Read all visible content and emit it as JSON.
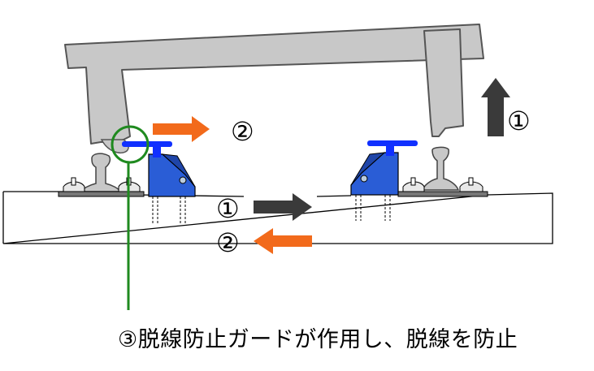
{
  "labels": {
    "step1_top": "①",
    "step2_top": "②",
    "step1_mid": "①",
    "step2_mid": "②",
    "caption": "③脱線防止ガードが作用し、脱線を防止"
  },
  "colors": {
    "body_gray": "#c8c8c8",
    "body_stroke": "#555555",
    "guard_blue": "#2a5dd6",
    "guard_dark": "#1f45a8",
    "bar_blue": "#1030ff",
    "arrow_orange": "#f26a1b",
    "arrow_dark": "#3a3a3a",
    "circle_green": "#1f8a1f",
    "line_black": "#000000"
  },
  "icons": {
    "up_arrow": "up-arrow-icon",
    "right_arrow_orange": "right-arrow-orange-icon",
    "right_arrow_dark": "right-arrow-dark-icon",
    "left_arrow_orange": "left-arrow-orange-icon"
  }
}
